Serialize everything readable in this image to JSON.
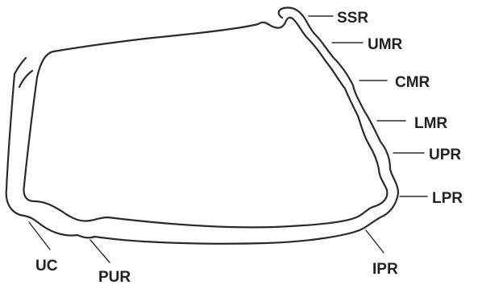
{
  "labels": {
    "ssr": "SSR",
    "umr": "UMR",
    "cmr": "CMR",
    "lmr": "LMR",
    "upr": "UPR",
    "lpr": "LPR",
    "ipr": "IPR",
    "pur": "PUR",
    "uc": "UC"
  }
}
